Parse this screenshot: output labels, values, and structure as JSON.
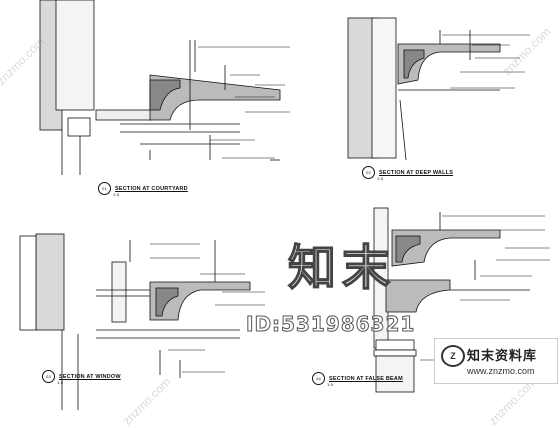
{
  "drawings": [
    {
      "tag": "01",
      "title": "SECTION AT COURTYARD",
      "scale": "1:5",
      "leaders": [
        "",
        "",
        "",
        "",
        "",
        "",
        ""
      ]
    },
    {
      "tag": "02",
      "title": "SECTION AT DEEP WALLS",
      "scale": "1:5",
      "leaders": [
        "",
        "",
        "",
        "",
        ""
      ]
    },
    {
      "tag": "03",
      "title": "SECTION AT WINDOW",
      "scale": "1:5",
      "leaders": [
        "",
        "",
        "",
        "",
        "",
        "",
        ""
      ]
    },
    {
      "tag": "04",
      "title": "SECTION AT FALSE BEAM",
      "scale": "1:5",
      "leaders": [
        "",
        "",
        "",
        "",
        "",
        "",
        ""
      ]
    }
  ],
  "watermark": {
    "logo_text": "知末",
    "id_text": "ID:531986321",
    "diagonal": "znzmo.com"
  },
  "brand": {
    "mark": "Z",
    "name": "知末资料库",
    "url": "www.znzmo.com"
  }
}
